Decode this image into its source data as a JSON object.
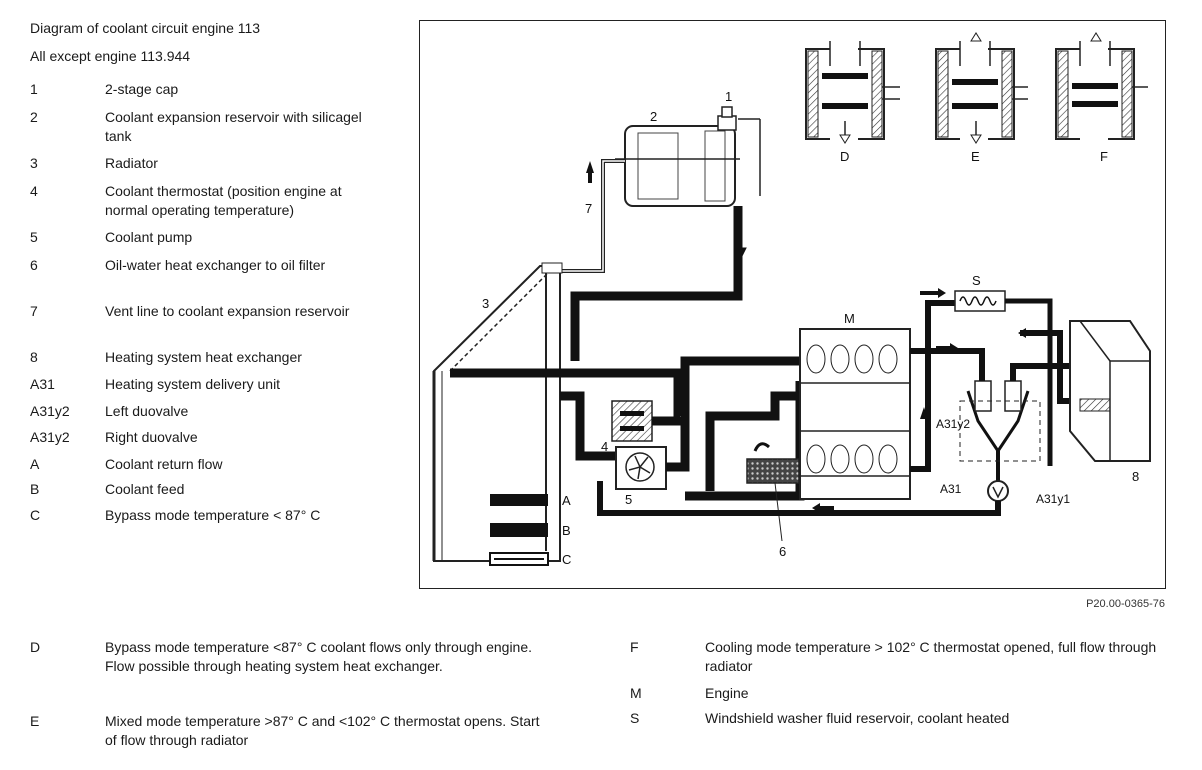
{
  "legend": {
    "title": "Diagram of coolant circuit engine 113",
    "subtitle": "All except engine 113.944",
    "items": [
      {
        "key": "1",
        "text": "2-stage cap"
      },
      {
        "key": "2",
        "text": "Coolant expansion reservoir with silicagel tank"
      },
      {
        "key": "3",
        "text": "Radiator"
      },
      {
        "key": "4",
        "text": "Coolant thermostat (position engine at normal operating temperature)"
      },
      {
        "key": "5",
        "text": "Coolant pump"
      },
      {
        "key": "6",
        "text": "Oil-water heat exchanger to oil filter"
      },
      {
        "key": "7",
        "text": "Vent line to coolant expansion reservoir"
      },
      {
        "key": "8",
        "text": "Heating system heat exchanger"
      },
      {
        "key": "A31",
        "text": "Heating system delivery unit"
      },
      {
        "key": "A31y2",
        "text": "Left duovalve"
      },
      {
        "key": "A31y2",
        "text": "Right duovalve"
      },
      {
        "key": "A",
        "text": "Coolant return flow"
      },
      {
        "key": "B",
        "text": "Coolant feed"
      },
      {
        "key": "C",
        "text": "Bypass mode temperature < 87° C"
      }
    ]
  },
  "diagram": {
    "labels": {
      "n1": "1",
      "n2": "2",
      "n3": "3",
      "n4": "4",
      "n5": "5",
      "n6": "6",
      "n7": "7",
      "n8": "8",
      "D": "D",
      "E": "E",
      "F": "F",
      "M": "M",
      "S": "S",
      "A31": "A31",
      "A31y1": "A31y1",
      "A31y2": "A31y2",
      "keyA": "A",
      "keyB": "B",
      "keyC": "C"
    },
    "figure_ref": "P20.00-0365-76"
  },
  "notes": [
    {
      "key": "D",
      "text": "Bypass mode temperature <87° C coolant flows only through engine. Flow possible through heating system heat exchanger."
    },
    {
      "key": "E",
      "text": "Mixed mode temperature >87° C and <102° C thermostat opens. Start of flow through radiator"
    },
    {
      "key": "F",
      "text": "Cooling mode temperature > 102° C thermostat opened, full flow through radiator"
    },
    {
      "key": "M",
      "text": "Engine"
    },
    {
      "key": "S",
      "text": "Windshield washer fluid reservoir, coolant heated"
    }
  ]
}
